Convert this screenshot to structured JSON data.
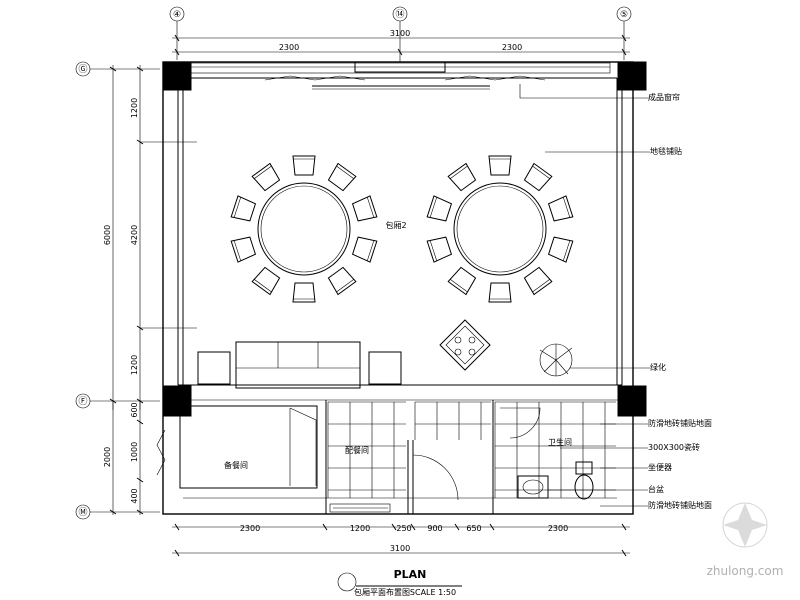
{
  "axes": {
    "top": [
      "④",
      "⑭",
      "⑤"
    ],
    "left": [
      "Ⓖ",
      "Ⓕ",
      "Ⓜ"
    ]
  },
  "dims": {
    "top_total": "3100",
    "top_left": "2300",
    "top_right": "2300",
    "bottom_total": "3100",
    "bottom_segments": [
      "2300",
      "1200",
      "250",
      "900",
      "650",
      "2300"
    ],
    "left_total": "6000",
    "left_upper": "1200",
    "left_mid": "4200",
    "left_lower": "1200",
    "left2_total": "2000",
    "left2_segments": [
      "600",
      "1000",
      "400"
    ]
  },
  "rooms": {
    "private_room": "包厢2",
    "bathroom": "卫生间",
    "storage": "备餐间",
    "pantry": "配餐间"
  },
  "callouts": [
    "成品窗帘",
    "地毯铺贴",
    "绿化",
    "防滑地砖铺贴地面",
    "300X300瓷砖",
    "坐便器",
    "台盆",
    "防滑地砖铺贴地面"
  ],
  "title": {
    "main": "PLAN",
    "scale": "SCALE 1:50",
    "sub": "包厢平面布置图"
  },
  "watermark": "zhulong.com"
}
